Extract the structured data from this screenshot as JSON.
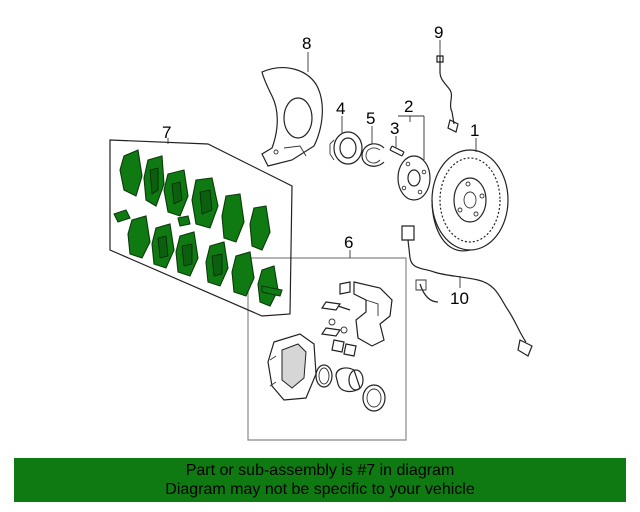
{
  "callouts": {
    "c1": "1",
    "c2": "2",
    "c3": "3",
    "c4": "4",
    "c5": "5",
    "c6": "6",
    "c7": "7",
    "c8": "8",
    "c9": "9",
    "c10": "10"
  },
  "banner": {
    "line1": "Part or sub-assembly is #7 in diagram",
    "line2": "Diagram may not be specific to your vehicle"
  },
  "colors": {
    "highlight": "#0f7a12",
    "ink": "#222222"
  }
}
